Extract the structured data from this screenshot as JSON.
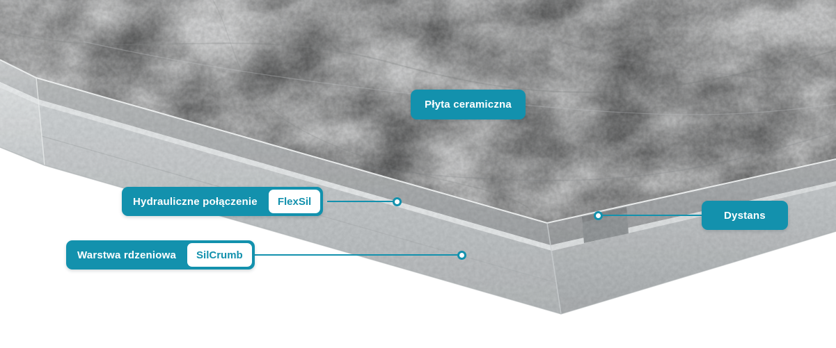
{
  "colors": {
    "accent": "#1391ad",
    "label_text": "#ffffff",
    "product_text": "#1391ad",
    "stone_top": "#9b9d9e",
    "slab_side_light": "#ccd0d2",
    "joint_line": "#e4e7e8"
  },
  "callouts": {
    "plate": {
      "label": "Płyta ceramiczna"
    },
    "joint": {
      "label": "Hydrauliczne połączenie",
      "product": "FlexSil"
    },
    "core": {
      "label": "Warstwa rdzeniowa",
      "product": "SilCrumb"
    },
    "spacer": {
      "label": "Dystans"
    }
  }
}
